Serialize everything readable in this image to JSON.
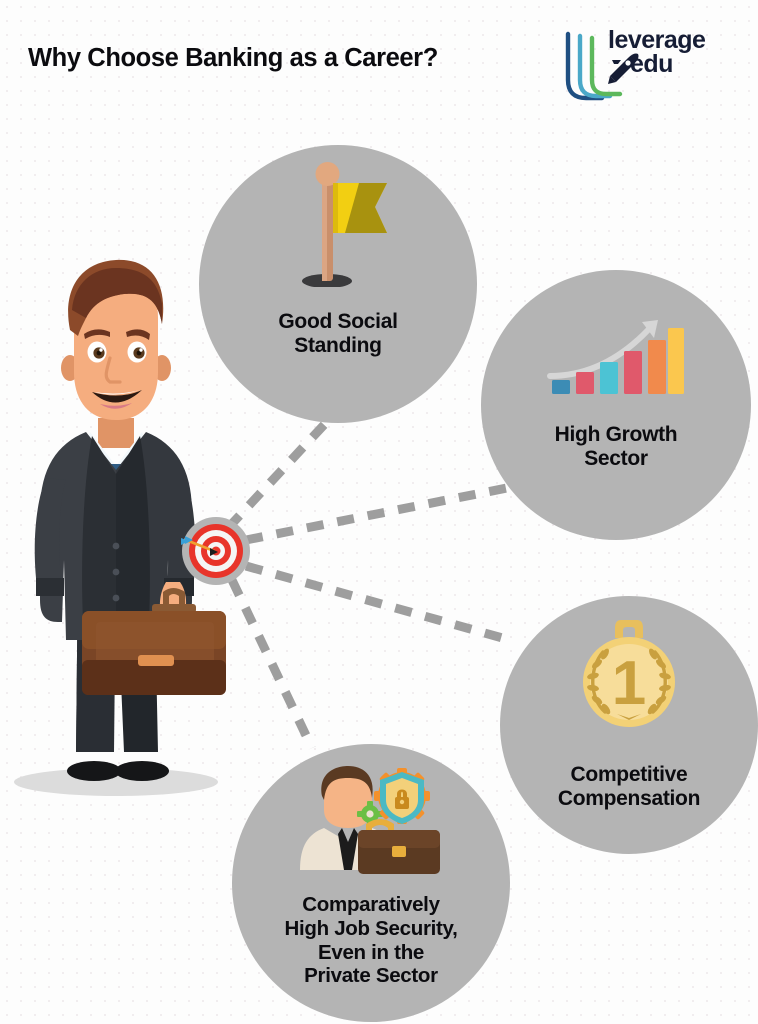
{
  "header": {
    "title": "Why Choose Banking as a Career?"
  },
  "logo": {
    "name": "leverage edu",
    "line1": "leverage",
    "line2": "edu",
    "mark_icon": "book-pages-rocket-icon",
    "colors": {
      "dark_blue": "#1f4f82",
      "teal": "#4aa8c8",
      "green": "#5cb85c",
      "text": "#161d35"
    }
  },
  "hub": {
    "icon": "target-dartboard-icon",
    "label": "",
    "colors": {
      "ring_outer": "#b4b4b4",
      "target_red": "#e8342a",
      "target_white": "#f5f5f5",
      "dart_blue": "#3aa0d8",
      "dart_orange": "#f0a030"
    }
  },
  "character": {
    "name": "businessman-illustration",
    "description": "Smiling cartoon businessman in a dark grey suit holding a brown briefcase",
    "colors": {
      "hair": "#8c4a2a",
      "hair_dark": "#6b3420",
      "skin": "#f5ad7f",
      "skin_shadow": "#e09466",
      "suit": "#3b3f45",
      "suit_dark": "#2b2f34",
      "trousers": "#22262b",
      "shirt": "#dbe9f0",
      "tie": "#2f5c84",
      "briefcase": "#7a4526",
      "briefcase_dark": "#5c3019",
      "briefcase_clasp": "#e09050",
      "shoes": "#151618",
      "shadow": "#dcdcdc"
    }
  },
  "bubbles": [
    {
      "id": "social",
      "label": "Good Social\nStanding",
      "icon": "flag-icon",
      "icon_colors": {
        "flag": "#f2cf12",
        "flag_shade": "#a8920f",
        "pole": "#c98f6b",
        "pole_light": "#dba583",
        "ball": "#e2a87f",
        "base": "#3a3a3c"
      }
    },
    {
      "id": "growth",
      "label": "High Growth\nSector",
      "icon": "bar-chart-growth-icon",
      "icon_colors": {
        "arrow": "#d6d6d6",
        "bars": [
          "#3c8cb5",
          "#e0596b",
          "#4cc3d4",
          "#e0596b",
          "#f18a4c",
          "#fbc74e"
        ]
      }
    },
    {
      "id": "compensation",
      "label": "Competitive\nCompensation",
      "icon": "gold-medal-icon",
      "icon_colors": {
        "medal": "#f3d176",
        "medal_light": "#f7dd9a",
        "laurel": "#c9a03f",
        "numeral": "#c9a03f",
        "ribbon": "#e8bf5d"
      },
      "icon_text": "1"
    },
    {
      "id": "security",
      "label": "Comparatively\nHigh Job Security,\nEven in the\nPrivate Sector",
      "icon": "job-security-shield-briefcase-icon",
      "icon_colors": {
        "hair": "#5a3a22",
        "skin": "#f5b486",
        "shirt": "#ede3d3",
        "tie": "#1c1c1c",
        "briefcase": "#5b3a22",
        "briefcase_handle": "#e8ae3c",
        "shield": "#4bb9c4",
        "shield_inner": "#f3d07a",
        "lock": "#c98a1e",
        "gear_orange": "#f4912c",
        "gear_green": "#6bbf45"
      }
    }
  ],
  "connectors": {
    "style": "dashed",
    "color": "#9e9e9e",
    "count": 4
  },
  "theme": {
    "background": "#fdfdfd",
    "bubble_fill": "#b4b4b4",
    "text": "#0b0b0f"
  }
}
